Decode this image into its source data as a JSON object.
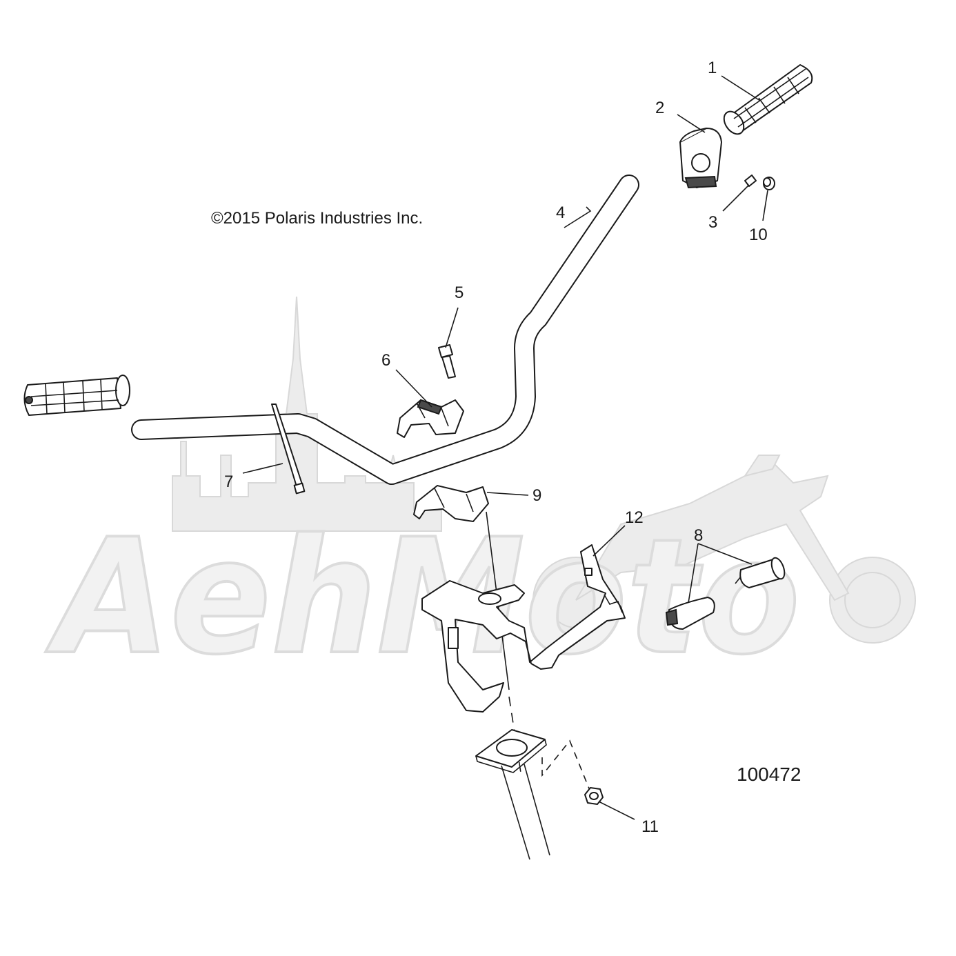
{
  "copyright": "©2015 Polaris Industries Inc.",
  "document_number": "100472",
  "watermark": {
    "brand": "AehMoto"
  },
  "callouts": [
    {
      "id": "1",
      "label": "1"
    },
    {
      "id": "2",
      "label": "2"
    },
    {
      "id": "3",
      "label": "3"
    },
    {
      "id": "4",
      "label": "4"
    },
    {
      "id": "5",
      "label": "5"
    },
    {
      "id": "6",
      "label": "6"
    },
    {
      "id": "7",
      "label": "7"
    },
    {
      "id": "8",
      "label": "8"
    },
    {
      "id": "9",
      "label": "9"
    },
    {
      "id": "10",
      "label": "10"
    },
    {
      "id": "11",
      "label": "11"
    },
    {
      "id": "12",
      "label": "12"
    }
  ]
}
